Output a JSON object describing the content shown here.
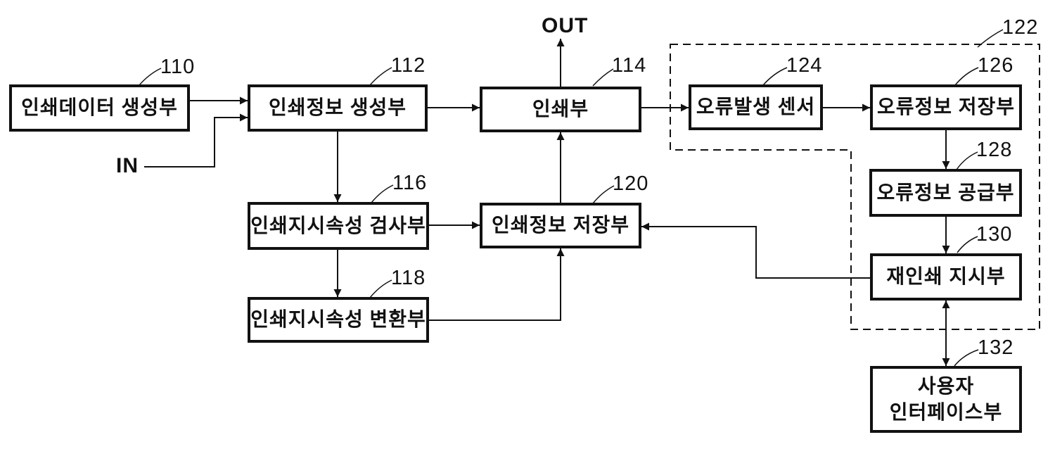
{
  "figure": {
    "type": "block-diagram",
    "colors": {
      "line": "#111111",
      "background": "#ffffff"
    },
    "io_labels": {
      "in": "IN",
      "out": "OUT"
    },
    "boxes": {
      "b110": {
        "ref": "110",
        "label": "인쇄데이터 생성부"
      },
      "b112": {
        "ref": "112",
        "label": "인쇄정보 생성부"
      },
      "b114": {
        "ref": "114",
        "label": "인쇄부"
      },
      "b116": {
        "ref": "116",
        "label": "인쇄지시속성 검사부"
      },
      "b118": {
        "ref": "118",
        "label": "인쇄지시속성 변환부"
      },
      "b120": {
        "ref": "120",
        "label": "인쇄정보 저장부"
      },
      "b124": {
        "ref": "124",
        "label": "오류발생 센서"
      },
      "b126": {
        "ref": "126",
        "label": "오류정보 저장부"
      },
      "b128": {
        "ref": "128",
        "label": "오류정보 공급부"
      },
      "b130": {
        "ref": "130",
        "label": "재인쇄 지시부"
      },
      "b132": {
        "ref": "132",
        "label": "사용자\n인터페이스부"
      }
    },
    "group": {
      "ref": "122"
    }
  }
}
